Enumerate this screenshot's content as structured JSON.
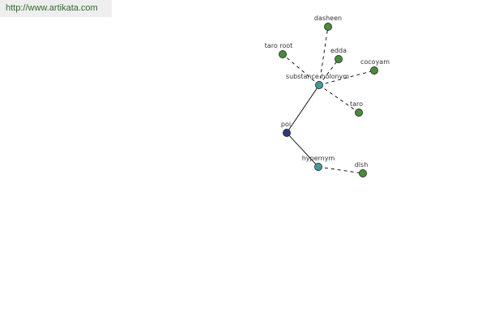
{
  "url_banner": "http://www.artikata.com",
  "colors": {
    "leaf_node": "#4a8a3c",
    "relation_node": "#3f9a9a",
    "root_node": "#2e3a80",
    "edge": "#000000",
    "banner_bg": "#eeeeee",
    "banner_text": "#2e6b2e"
  },
  "graph": {
    "root": {
      "label": "poi"
    },
    "relations": [
      {
        "label": "substance holonym",
        "terms": [
          "dasheen",
          "taro root",
          "edda",
          "cocoyam",
          "taro"
        ]
      },
      {
        "label": "hypernym",
        "terms": [
          "dish"
        ]
      }
    ]
  }
}
